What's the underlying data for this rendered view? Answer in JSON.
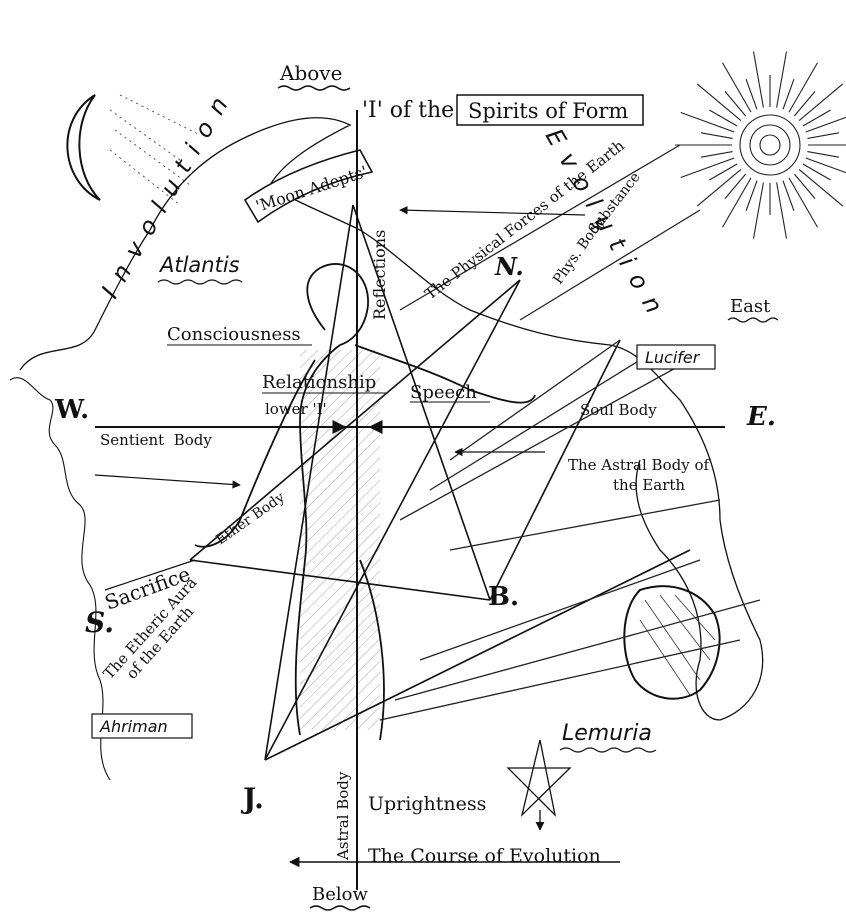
{
  "diagram": {
    "above": "Above",
    "below": "Below",
    "i_of_the": "'I' of the",
    "spirits_of_form": "Spirits of Form",
    "moon_adepts": "'Moon Adepts'",
    "reflections": "Reflections",
    "physical_forces": "The Physical Forces of the Earth",
    "phys_body": "Phys. Body",
    "substance": "Substance",
    "atlantis": "Atlantis",
    "consciousness": "Consciousness",
    "relationship": "Relationship",
    "lower_i": "lower 'I'",
    "speech": "Speech",
    "lucifer": "Lucifer",
    "east": "East",
    "west_letter": "W.",
    "east_letter": "E.",
    "north_letter": "N.",
    "south_letter": "S.",
    "b_letter": "B.",
    "j_letter": "J.",
    "sentient_body": "Sentient  Body",
    "soul_body": "Soul Body",
    "astral_body_earth_1": "The Astral Body of",
    "astral_body_earth_2": "the Earth",
    "ether_body": "Ether Body",
    "sacrifice": "Sacrifice",
    "etheric_aura_1": "The Etheric Aura",
    "etheric_aura_2": "of the Earth",
    "ahriman": "Ahriman",
    "lemuria": "Lemuria",
    "astral_body": "Astral Body",
    "uprightness": "Uprightness",
    "course_of_evolution": "The Course of Evolution",
    "involution": "Involution",
    "evolution": "Evolution"
  }
}
